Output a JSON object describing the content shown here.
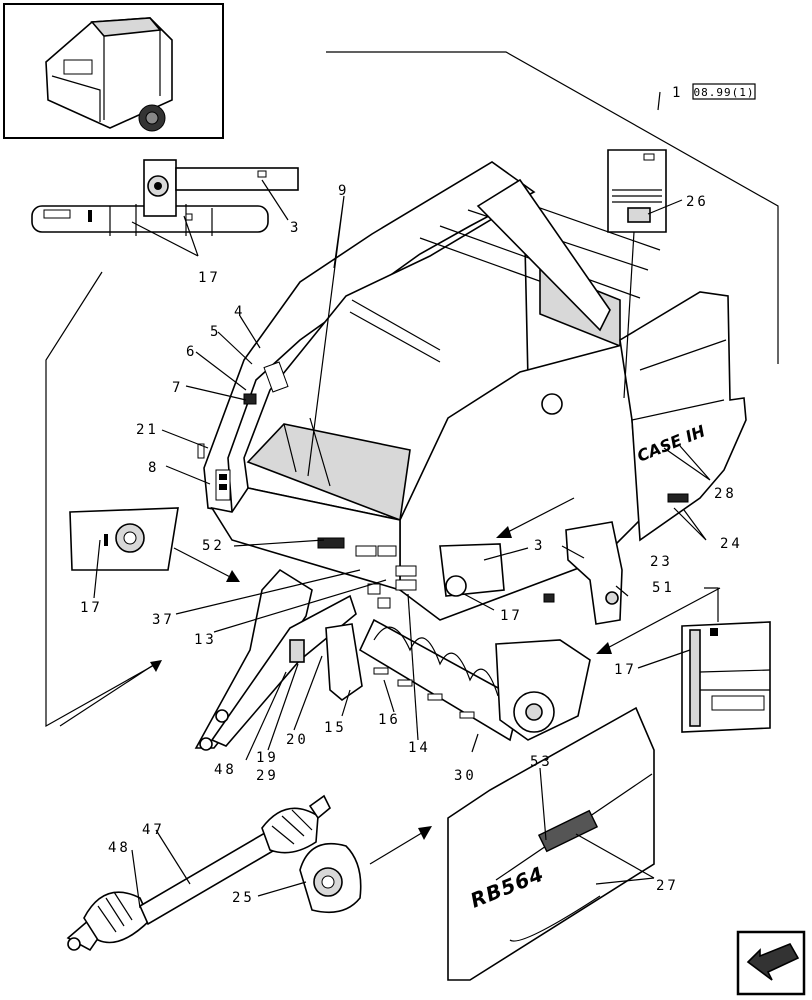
{
  "ref_tag": "08.99(1)",
  "decal_text": {
    "brand": "CASE IH",
    "model": "RB564"
  },
  "callouts": {
    "c1": "1",
    "c3a": "3",
    "c3b": "3",
    "c4": "4",
    "c5": "5",
    "c6": "6",
    "c7": "7",
    "c8": "8",
    "c9": "9",
    "c13": "13",
    "c14": "14",
    "c15": "15",
    "c16": "16",
    "c17a": "17",
    "c17b": "17",
    "c17c": "17",
    "c17d": "17",
    "c19": "19",
    "c20": "20",
    "c21": "21",
    "c23": "23",
    "c24": "24",
    "c25": "25",
    "c26": "26",
    "c27": "27",
    "c28": "28",
    "c29": "29",
    "c30": "30",
    "c37": "37",
    "c47": "47",
    "c48a": "48",
    "c48b": "48",
    "c51": "51",
    "c52": "52",
    "c53": "53"
  },
  "icons": {
    "nav": "next-page-arrow-icon"
  }
}
